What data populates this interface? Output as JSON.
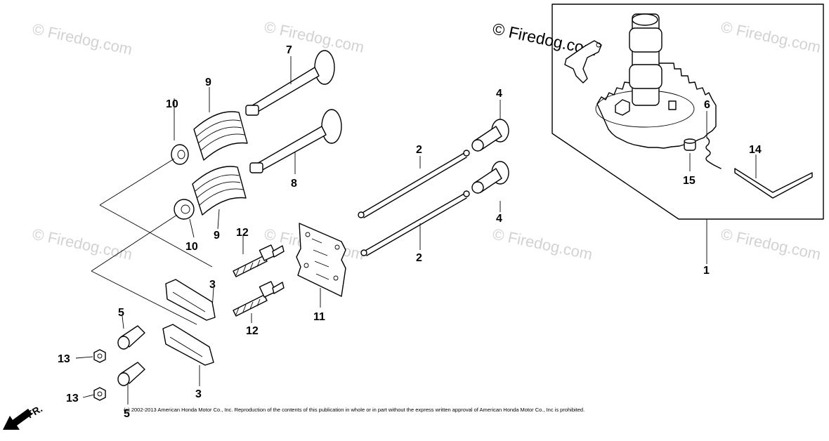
{
  "watermark": "© Firedog.com",
  "callouts": {
    "c1": "1",
    "c2a": "2",
    "c2b": "2",
    "c3a": "3",
    "c3b": "3",
    "c4a": "4",
    "c4b": "4",
    "c5a": "5",
    "c5b": "5",
    "c6": "6",
    "c7": "7",
    "c8": "8",
    "c9a": "9",
    "c9b": "9",
    "c10a": "10",
    "c10b": "10",
    "c11": "11",
    "c12a": "12",
    "c12b": "12",
    "c13a": "13",
    "c13b": "13",
    "c14": "14",
    "c15": "15"
  },
  "front_arrow_label": "FR.",
  "copyright": "(c) 2002-2013 American Honda Motor Co., Inc. Reproduction of the contents of this publication in whole or in part without the express written approval of American Honda Motor Co., Inc is prohibited.",
  "colors": {
    "ink": "#000000",
    "watermark": "#d2d2d2",
    "background": "#ffffff"
  }
}
